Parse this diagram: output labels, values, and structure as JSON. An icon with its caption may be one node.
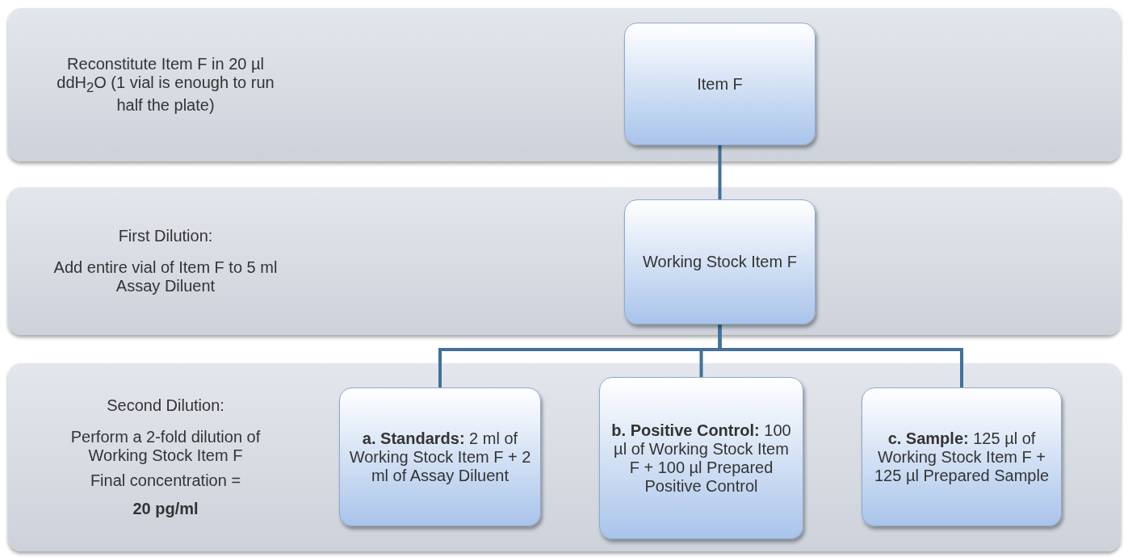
{
  "diagram": {
    "nodes": [
      {
        "text": [
          "Reconstitute Item F in 20 µl ddH$_{2}$O (1 vial is enough to run half the plate)"
        ]
      },
      {
        "text": [
          "Item F"
        ],
        "in": 0
      },
      {
        "text": [
          "First Dilution:",
          "Add entire vial of Item F to 5 ml Assay Diluent"
        ]
      },
      {
        "text": [
          "Working Stock Item F"
        ],
        "in": 2
      },
      {
        "text": [
          "Second Dilution:",
          "Perform a 2-fold dilution of Working Stock Item F",
          "Final concentration =",
          "20 pg/ml"
        ]
      },
      {
        "text": [
          "**a. Standards:** 2 ml of Working Stock Item F + 2 ml of Assay Diluent"
        ],
        "in": 4
      },
      {
        "text": [
          "**b. Positive Control:** 100 µl of Working Stock Item F + 100 µl Prepared Positive Control"
        ],
        "in": 4
      },
      {
        "text": [
          "**c. Sample:** 125 µl of Working Stock Item F + 125 µl Prepared Sample"
        ],
        "in": 4
      }
    ],
    "edges": [
      {
        "from": 1,
        "to": 3,
        "arrow": "none"
      },
      {
        "from": 3,
        "to": 5,
        "arrow": "none"
      },
      {
        "from": 3,
        "to": 6,
        "arrow": "none"
      },
      {
        "from": 3,
        "to": 7,
        "arrow": "none"
      }
    ]
  }
}
